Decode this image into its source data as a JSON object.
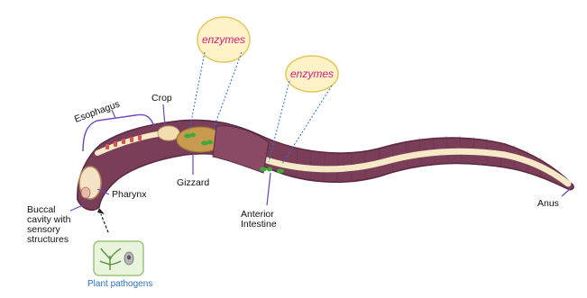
{
  "labels": {
    "esophagus": "Esophagus",
    "crop": "Crop",
    "gizzard": "Gizzard",
    "pharynx": "Pharynx",
    "buccal": [
      "Buccal",
      "cavity with",
      "sensory",
      "structures"
    ],
    "anterior_intestine": [
      "Anterior",
      "Intestine"
    ],
    "anus": "Anus",
    "plant_pathogens": "Plant pathogens",
    "enzymes_1": "enzymes",
    "enzymes_2": "enzymes"
  },
  "colors": {
    "worm_body": "#7a3e58",
    "worm_dark": "#5a2a42",
    "gut": "#f6e9c8",
    "enzyme_bubble": "#fdf3c6",
    "enzyme_border": "#e6c55a",
    "enzyme_text": "#e0197a",
    "esophagus_bracket": "#6b46c1",
    "leader_line": "#2a6fd6",
    "pathogen_box": "#e8f5dc",
    "pathogen_border": "#9ac57a",
    "pathogen_text": "#2a72c9",
    "green_microbes": "#3faa3a"
  },
  "icons": [
    "enzyme-bubble-icon",
    "plant-pathogen-icon",
    "microbe-icon"
  ]
}
